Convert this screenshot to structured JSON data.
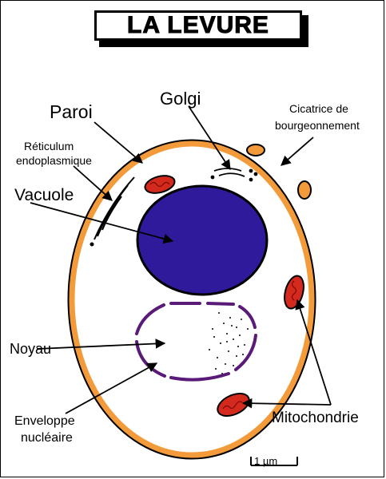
{
  "title": "LA LEVURE",
  "labels": {
    "paroi": "Paroi",
    "golgi": "Golgi",
    "cicatrice_line1": "Cicatrice de",
    "cicatrice_line2": "bourgeonnement",
    "reticulum_line1": "Réticulum",
    "reticulum_line2": "endoplasmique",
    "vacuole": "Vacuole",
    "noyau": "Noyau",
    "enveloppe_line1": "Enveloppe",
    "enveloppe_line2": "nucléaire",
    "mitochondrie": "Mitochondrie",
    "scale": "1 µm"
  },
  "colors": {
    "cell_wall": "#f39b3a",
    "vacuole": "#2e1a9a",
    "nuclear_envelope": "#5a1a78",
    "mitochondria": "#d42a1e"
  }
}
